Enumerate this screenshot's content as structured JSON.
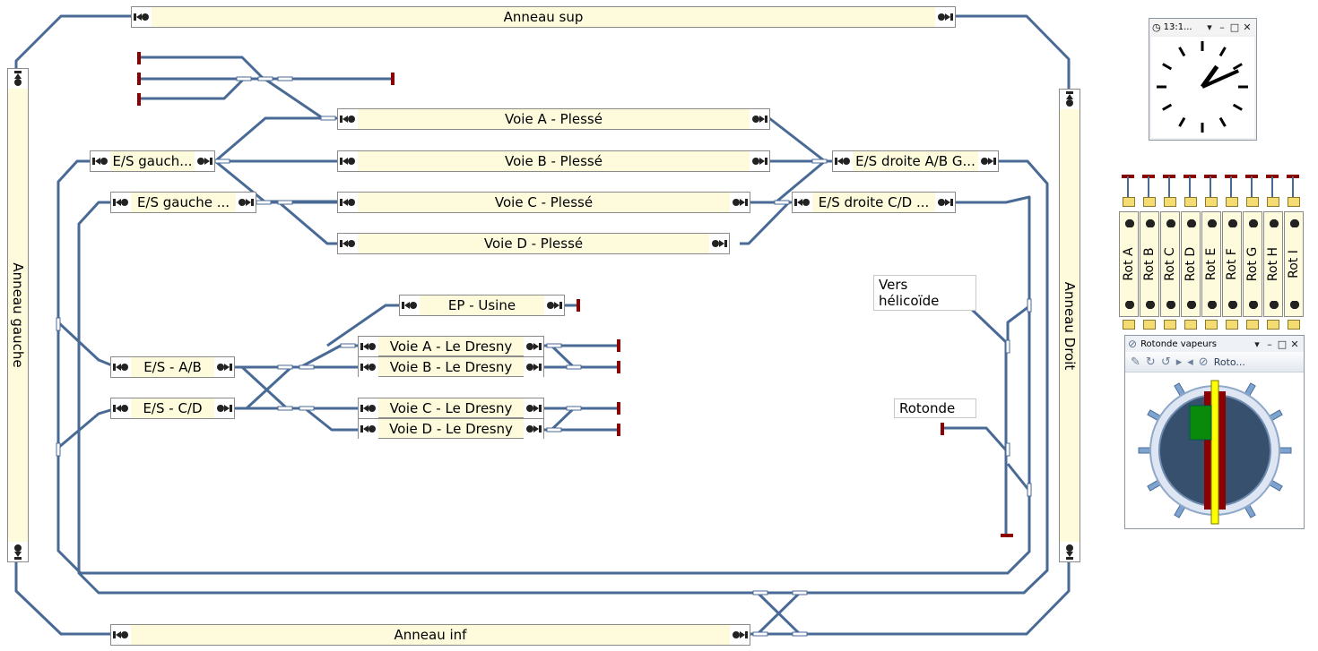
{
  "blocks": {
    "anneau_sup": "Anneau sup",
    "anneau_inf": "Anneau inf",
    "anneau_gauche": "Anneau gauche",
    "anneau_droit": "Anneau  Droit",
    "voie_a_plesse": "Voie A - Plessé",
    "voie_b_plesse": "Voie B - Plessé",
    "voie_c_plesse": "Voie C - Plessé",
    "voie_d_plesse": "Voie D - Plessé",
    "es_gauche_ab": "E/S gauch...",
    "es_gauche_cd": "E/S gauche ...",
    "es_droite_ab": "E/S droite A/B G...",
    "es_droite_cd": "E/S droite C/D ...",
    "ep_usine": "EP - Usine",
    "es_ab": "E/S - A/B",
    "es_cd": "E/S - C/D",
    "voie_a_dresny": "Voie A - Le Dresny",
    "voie_b_dresny": "Voie B - Le Dresny",
    "voie_c_dresny": "Voie C - Le Dresny",
    "voie_d_dresny": "Voie D - Le Dresny"
  },
  "text_labels": {
    "vers_helicoide": "Vers hélicoïde",
    "rotonde": "Rotonde"
  },
  "clock_window": {
    "title": "13:1...",
    "dropdown_icon": "chevron-down-icon",
    "minimize": "–",
    "maximize": "□",
    "close": "✕",
    "time": {
      "hour": 13,
      "minute": 11
    }
  },
  "rotunda_tracks": [
    "Rot A",
    "Rot B",
    "Rot C",
    "Rot D",
    "Rot E",
    "Rot F",
    "Rot G",
    "Rot H",
    "Rot I"
  ],
  "rotonde_window": {
    "title": "Rotonde vapeurs",
    "toolbar_label": "Roto...",
    "minimize": "–",
    "maximize": "□",
    "close": "✕"
  },
  "colors": {
    "track": "#4a6a96",
    "block_fill": "#fdfbdc",
    "buffer_stop": "#8b0000",
    "turntable_dark": "#37506e",
    "turntable_ring": "#b7c8e0",
    "turntable_bridge_yellow": "#ffff00",
    "turntable_bridge_red": "#8b0000",
    "turntable_loco_green": "#0a8a0a"
  }
}
